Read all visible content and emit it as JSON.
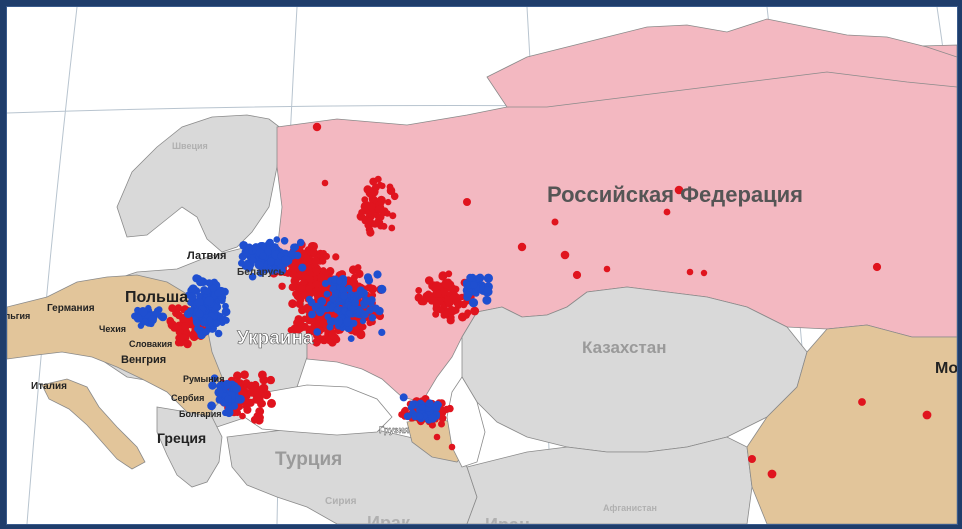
{
  "colors": {
    "frame": "#1f3d6b",
    "sea": "#ffffff",
    "russia": "#f3b8c1",
    "neighbors_gray": "#d9d9d9",
    "tan": "#e2c59a",
    "dot_red": "#e0141e",
    "dot_blue": "#1f4fd0",
    "border": "#8a8a8a",
    "graticule": "#b8c4cf"
  },
  "labels": {
    "russia": "Российская Федерация",
    "kazakhstan": "Казахстан",
    "turkey": "Турция",
    "ukraine": "Украина",
    "belarus": "Беларусь",
    "latvia": "Латвия",
    "poland": "Польша",
    "germany": "Германия",
    "belgium": "Бельгия",
    "czech": "Чехия",
    "slovakia": "Словакия",
    "hungary": "Венгрия",
    "romania": "Румыния",
    "serbia": "Сербия",
    "bulgaria": "Болгария",
    "italy": "Италия",
    "greece": "Греция",
    "georgia": "Грузия",
    "syria": "Сирия",
    "iraq": "Ирак",
    "iran": "Иран",
    "afghanistan": "Афганистан",
    "sweden": "Швеция",
    "mongolia_partial": "Мо"
  }
}
